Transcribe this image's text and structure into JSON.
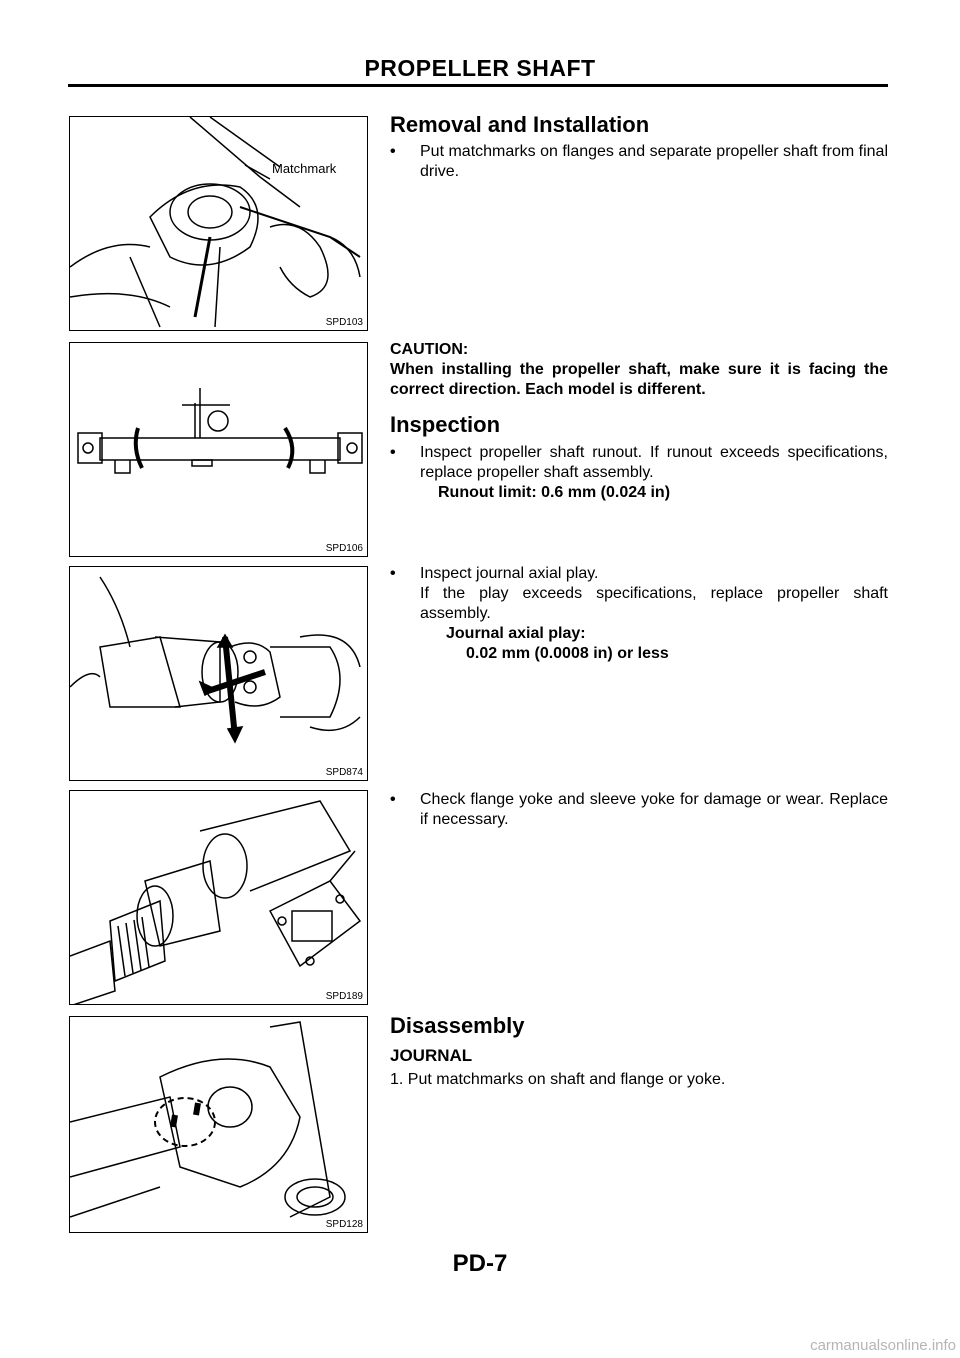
{
  "header": {
    "title": "PROPELLER SHAFT"
  },
  "figures": [
    {
      "code": "SPD103",
      "label": "Matchmark"
    },
    {
      "code": "SPD106"
    },
    {
      "code": "SPD874"
    },
    {
      "code": "SPD189"
    },
    {
      "code": "SPD128"
    }
  ],
  "removal": {
    "heading": "Removal and Installation",
    "bullet1": "Put matchmarks on flanges and separate propeller shaft from final drive.",
    "caution_title": "CAUTION:",
    "caution_text": "When installing the propeller shaft, make sure it is facing the correct direction. Each model is different."
  },
  "inspection": {
    "heading": "Inspection",
    "bullet1": "Inspect propeller shaft runout. If runout exceeds specifications, replace propeller shaft assembly.",
    "runout_spec": "Runout limit: 0.6 mm (0.024 in)",
    "bullet2_line1": "Inspect journal axial play.",
    "bullet2_line2": "If the play exceeds specifications, replace propeller shaft assembly.",
    "axial_spec_label": "Journal axial play:",
    "axial_spec_value": "0.02 mm (0.0008 in) or less",
    "bullet3": "Check flange yoke and sleeve yoke for damage or wear. Replace if necessary."
  },
  "disassembly": {
    "heading": "Disassembly",
    "subheading": "JOURNAL",
    "step1": "1.  Put matchmarks on shaft and flange or yoke."
  },
  "footer": {
    "page": "PD-7"
  },
  "watermark": "carmanualsonline.info"
}
